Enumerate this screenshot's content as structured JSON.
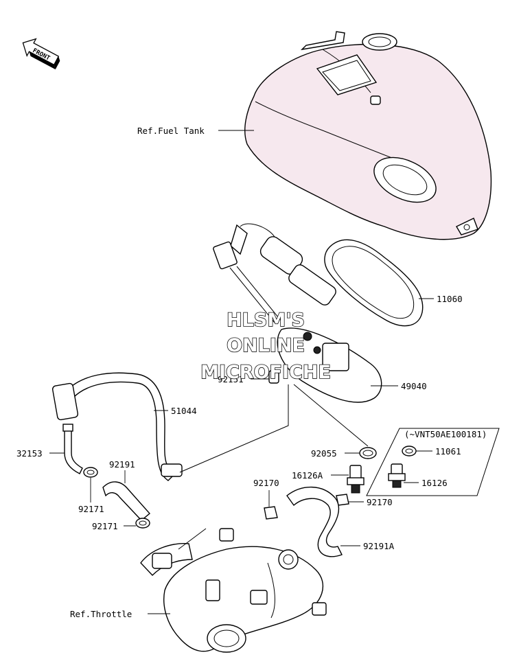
{
  "front_badge": "FRONT",
  "references": {
    "fuel_tank": "Ref.Fuel Tank",
    "throttle": "Ref.Throttle"
  },
  "parts": {
    "p11060": "11060",
    "p49040": "49040",
    "p92151": "92151",
    "p51044": "51044",
    "p32153": "32153",
    "p92191": "92191",
    "p92171_a": "92171",
    "p92171_b": "92171",
    "p92170_a": "92170",
    "p92170_b": "92170",
    "p92055": "92055",
    "p16126A": "16126A",
    "p92191A": "92191A",
    "p11061": "11061",
    "p16126": "16126"
  },
  "variant_note": "(~VNT50AE100181)",
  "watermark": {
    "line1": "HLSM'S",
    "line2": "ONLINE",
    "line3": "MICROFICHE"
  },
  "colors": {
    "tank_fill": "#f6e8ee",
    "line": "#000000"
  }
}
